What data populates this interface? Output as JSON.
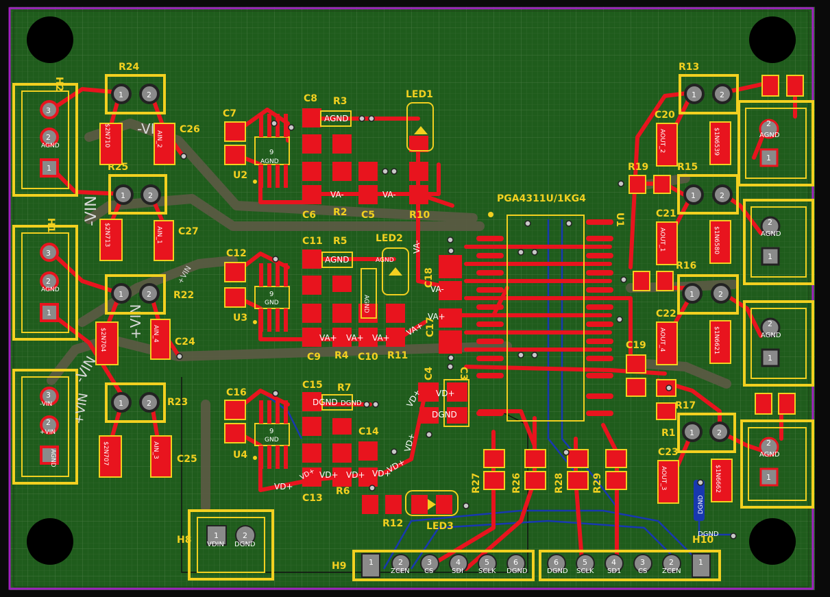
{
  "colors": {
    "background": "#0a0a0a",
    "board": "#1f5c1c",
    "outline": "#a020c0",
    "copper": "#e8141e",
    "silk": "#f2d020",
    "padgray": "#8a8a8a",
    "bottom_copper": "#1838b0",
    "plane": "#5c5a45"
  },
  "part_labels": {
    "u1": "U1",
    "u2": "U2",
    "u3": "U3",
    "u4": "U4",
    "h1": "H1",
    "h2": "H2",
    "h8": "H8",
    "h9": "H9",
    "h10": "H10",
    "r1": "R1",
    "r2": "R2",
    "r3": "R3",
    "r4": "R4",
    "r5": "R5",
    "r6": "R6",
    "r7": "R7",
    "r10": "R10",
    "r11": "R11",
    "r12": "R12",
    "r13": "R13",
    "r15": "R15",
    "r16": "R16",
    "r17": "R17",
    "r19": "R19",
    "r22": "R22",
    "r23": "R23",
    "r24": "R24",
    "r25": "R25",
    "r26": "R26",
    "r27": "R27",
    "r28": "R28",
    "r29": "R29",
    "c3": "C3",
    "c4": "C4",
    "c5": "C5",
    "c6": "C6",
    "c7": "C7",
    "c8": "C8",
    "c9": "C9",
    "c10": "C10",
    "c11": "C11",
    "c12": "C12",
    "c13": "C13",
    "c14": "C14",
    "c15": "C15",
    "c16": "C16",
    "c17": "C17",
    "c18": "C18",
    "c19": "C19",
    "c20": "C20",
    "c21": "C21",
    "c22": "C22",
    "c23": "C23",
    "c24": "C24",
    "c25": "C25",
    "c26": "C26",
    "c27": "C27",
    "led1": "LED1",
    "led2": "LED2",
    "led3": "LED3",
    "u1_part": "PGA4311U/1KG4"
  },
  "nets": {
    "agnd": "AGND",
    "dgnd": "DGND",
    "vdin": "VDIN",
    "va_plus": "VA+",
    "va_minus": "VA-",
    "vd_plus": "VD+",
    "plus_vin": "+VIN",
    "minus_vin": "-VIN",
    "ain1": "AIN_1",
    "ain2": "AIN_2",
    "ain3": "AIN_3",
    "ain4": "AIN_4",
    "aout2": "AOUT_2",
    "aout1": "AOUT_1",
    "aout4": "AOUT_4",
    "aout3": "AOUT_3",
    "n2n710": "$2N710",
    "n2n713": "$2N713",
    "n2n704": "$2N704",
    "n2n707": "$2N707",
    "n1n539": "$1N6539",
    "n1n580": "$1N6580",
    "n1n621": "$1N6621",
    "n1n662": "$1N6662",
    "zcen": "ZCEN",
    "cs": "CS",
    "sdi": "SDI",
    "sclk": "SCLK",
    "sd1": "SD1",
    "pin_agnd9": "AGND",
    "pin_dgnd9": "GND"
  },
  "pin_numbers": {
    "p1": "1",
    "p2": "2",
    "p3": "3",
    "p4": "4",
    "p5": "5",
    "p6": "6",
    "p9": "9"
  }
}
